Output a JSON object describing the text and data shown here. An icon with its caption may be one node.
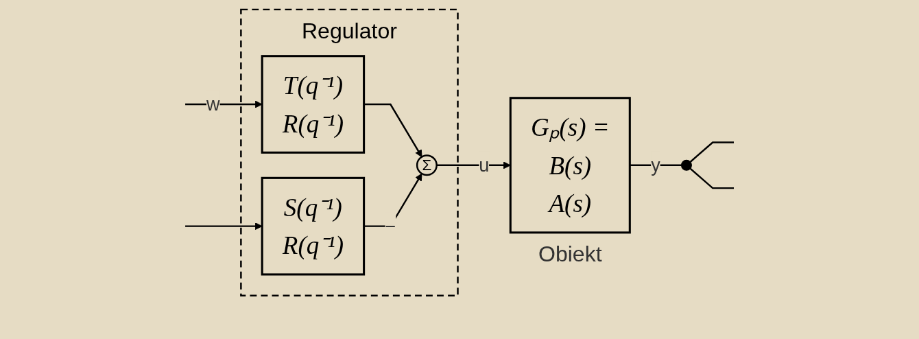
{
  "diagram": {
    "nodes": [
      {
        "text": [
          "Regulator"
        ]
      },
      {
        "text": [
          "T(q⁻¹)",
          "R(q⁻¹)"
        ],
        "in": 0
      },
      {
        "text": [
          "Σ"
        ],
        "in": 0
      },
      {
        "text": [
          "S(q⁻¹)",
          "R(q⁻¹)"
        ],
        "in": 0
      },
      {
        "text": [
          "Gₚ(s) =",
          "B(s)",
          "A(s)"
        ],
        "beside": [
          "Obiekt"
        ]
      },
      {
        "text": [],
        "shape": "circle"
      }
    ],
    "edges": [
      {
        "from": null,
        "to": 1,
        "arrow": "to",
        "label": "w"
      },
      {
        "from": 1,
        "to": 2,
        "arrow": "to"
      },
      {
        "from": 3,
        "to": 2,
        "arrow": "to",
        "label": "−"
      },
      {
        "from": 2,
        "to": 4,
        "arrow": "to",
        "label": "u"
      },
      {
        "from": 4,
        "to": 5,
        "arrow": "none",
        "label": "y"
      },
      {
        "from": 5,
        "to": null,
        "arrow": "none"
      },
      {
        "from": 5,
        "to": null,
        "arrow": "none"
      },
      {
        "from": null,
        "to": 3,
        "arrow": "to"
      }
    ]
  }
}
